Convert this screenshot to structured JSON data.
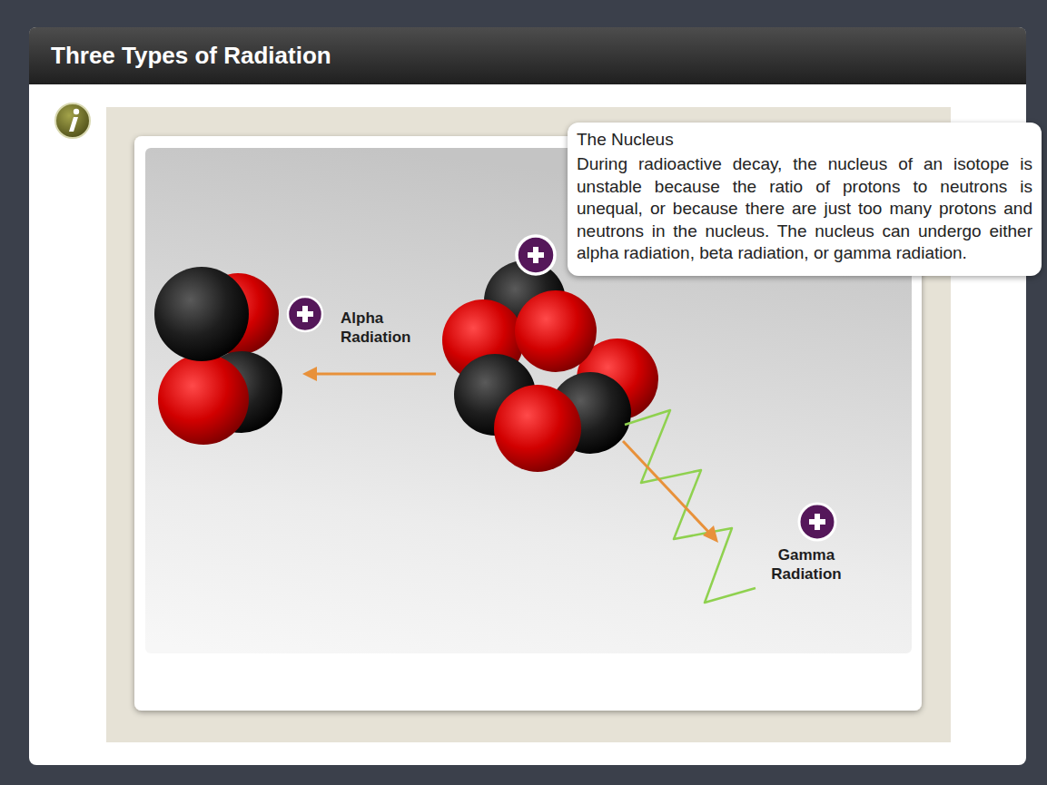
{
  "diagram": {
    "title": "Three Types of Radiation",
    "nodes": [
      {
        "text": [
          "The Nucleus",
          "During radioactive decay, the nucleus of an isotope is unstable because the ratio of protons to neutrons is unequal, or because there are just too many protons and neutrons in the nucleus. The nucleus can undergo either alpha radiation, beta radiation, or gamma radiation."
        ]
      }
    ],
    "labels": [
      "Alpha Radiation",
      "Gamma Radiation"
    ]
  }
}
